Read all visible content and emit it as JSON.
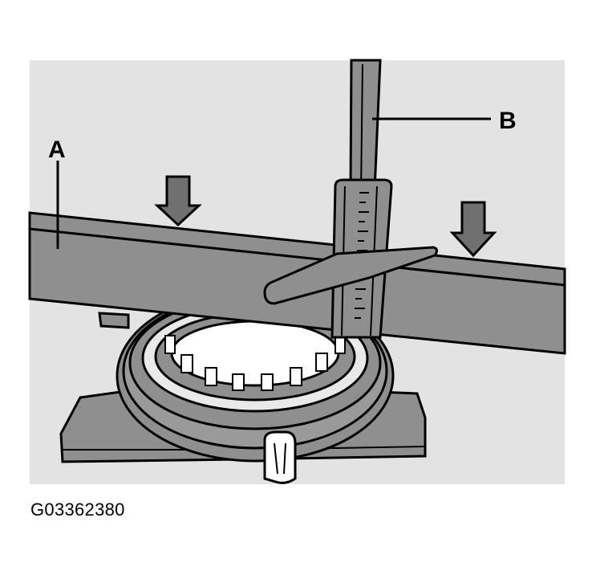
{
  "figure": {
    "callouts": {
      "a": "A",
      "b": "B"
    },
    "figure_id": "G03362380",
    "colors": {
      "background": "#ffffff",
      "panel": "#e3e3e3",
      "part_gray": "#8f8f8f",
      "part_dark": "#707070",
      "outline": "#000000"
    }
  }
}
